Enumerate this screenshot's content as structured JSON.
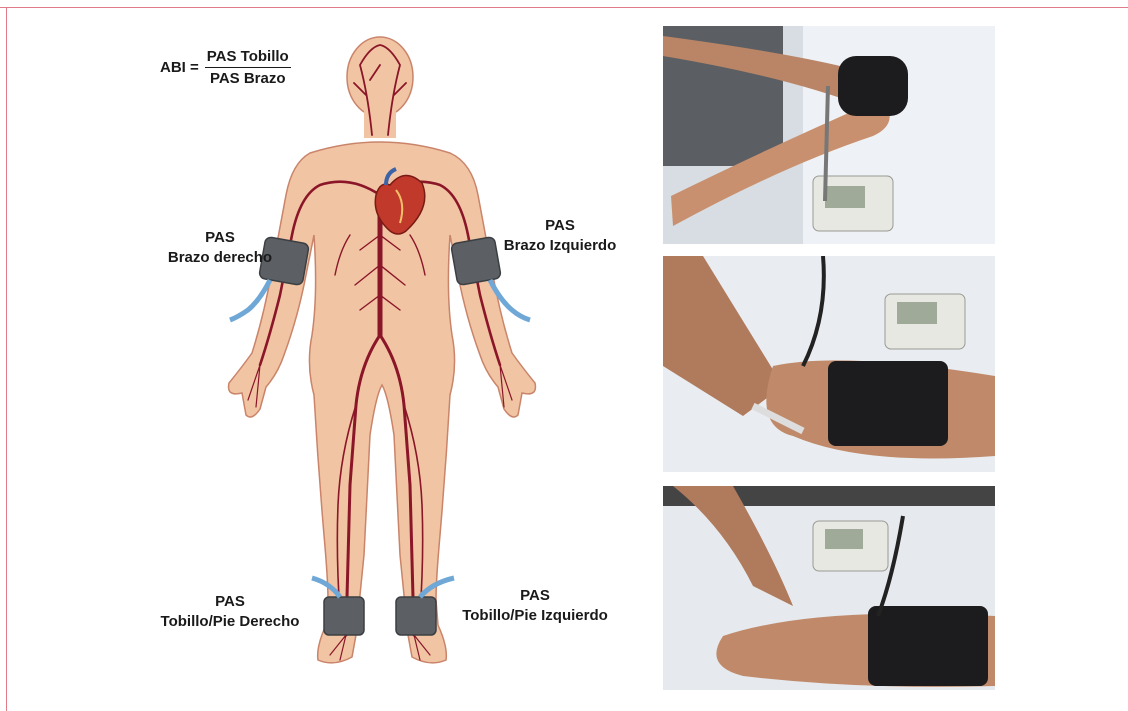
{
  "formula": {
    "lhs": "ABI =",
    "numerator": "PAS Tobillo",
    "denominator": "PAS Brazo"
  },
  "labels": {
    "right_arm": {
      "line1": "PAS",
      "line2": "Brazo derecho"
    },
    "left_arm": {
      "line1": "PAS",
      "line2": "Brazo Izquierdo"
    },
    "right_ankle": {
      "line1": "PAS",
      "line2": "Tobillo/Pie Derecho"
    },
    "left_ankle": {
      "line1": "PAS",
      "line2": "Tobillo/Pie Izquierdo"
    }
  },
  "colors": {
    "skin": "#f1c4a4",
    "skin_outline": "#c9846a",
    "artery": "#8a1628",
    "cuff": "#5c6064",
    "tube": "#6fa8d6",
    "heart": "#c0392b",
    "frame": "#e07b8a"
  },
  "photos": [
    {
      "name": "arm-doppler-photo",
      "subject": "arm blood pressure measurement with doppler"
    },
    {
      "name": "ankle-doppler-photo",
      "subject": "ankle blood pressure measurement with doppler"
    },
    {
      "name": "foot-doppler-photo",
      "subject": "foot blood pressure measurement with doppler"
    }
  ]
}
